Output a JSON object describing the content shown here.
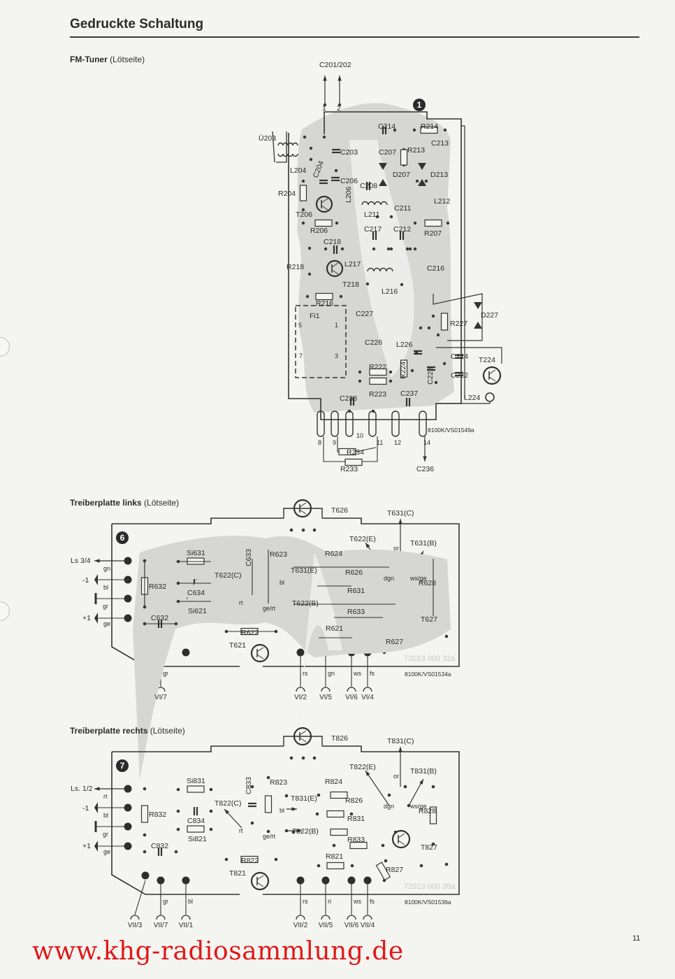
{
  "header": {
    "title": "Gedruckte Schaltung"
  },
  "fm_tuner": {
    "title": "FM-Tuner",
    "subtitle": "(Lötseite)",
    "badge": "1",
    "code": "8100K/VS01549a",
    "labels": [
      "C201/202",
      "1",
      "2",
      "Ü203",
      "C214",
      "R214",
      "C203",
      "C207",
      "R213",
      "C213",
      "L204",
      "C204",
      "C206",
      "D207",
      "D213",
      "C208",
      "R204",
      "L206",
      "L212",
      "C211",
      "L211",
      "T206",
      "R206",
      "C217",
      "C212",
      "R207",
      "C218",
      "L217",
      "R218",
      "C216",
      "T218",
      "L216",
      "R216",
      "Fi1",
      "C227",
      "D227",
      "R227",
      "C226",
      "L226",
      "C224",
      "T224",
      "R222",
      "C222",
      "R224",
      "C223",
      "R223",
      "C238",
      "C237",
      "L224",
      "8",
      "9",
      "10",
      "11",
      "12",
      "14",
      "R234",
      "R233",
      "C236",
      "5",
      "1",
      "7",
      "3"
    ]
  },
  "boards": [
    {
      "title": "Treiberplatte links",
      "subtitle": "(Lötseite)",
      "badge": "6",
      "faint_code": "72013 000 32a",
      "code": "8100K/VS01534a",
      "labels": [
        "T626",
        "T631(C)",
        "T622(E)",
        "T631(B)",
        "or",
        "Ls 3/4",
        "gn",
        "Si631",
        "C633",
        "R623",
        "R624",
        "T631(E)",
        "R626",
        "dgn",
        "ws/ge",
        "R628",
        "-1",
        "bl",
        "R632",
        "C634",
        "T622(C)",
        "bl",
        "R631",
        "gr",
        "rt",
        "ge/rt",
        "T622(B)",
        "Si621",
        "R633",
        "T627",
        "+1",
        "ge",
        "C632",
        "R622",
        "R621",
        "R627",
        "T621"
      ],
      "bottom_wires": [
        {
          "color": "gr",
          "connector": "VI/7"
        },
        {
          "color": "rs",
          "connector": "VI/2"
        },
        {
          "color": "gn",
          "connector": "VI/5"
        },
        {
          "color": "ws",
          "connector": "VI/6"
        },
        {
          "color": "fs",
          "connector": "VI/4"
        }
      ]
    },
    {
      "title": "Treiberplatte rechts",
      "subtitle": "(Lötseite)",
      "badge": "7",
      "faint_code": "72013 000 35a",
      "code": "8100K/VS01536a",
      "labels": [
        "T826",
        "T831(C)",
        "T822(E)",
        "T831(B)",
        "or",
        "Ls. 1/2",
        "rt",
        "Si831",
        "C833",
        "R823",
        "R824",
        "T831(E)",
        "R826",
        "dgn",
        "ws/ge",
        "R828",
        "-1",
        "bl",
        "R832",
        "C834",
        "T822(C)",
        "bl",
        "R831",
        "gr",
        "rt",
        "ge/rt",
        "T822(B)",
        "Si821",
        "R833",
        "T827",
        "+1",
        "ge",
        "C832",
        "R822",
        "R821",
        "R827",
        "T821"
      ],
      "bottom_wires": [
        {
          "color": "",
          "connector": "VII/3"
        },
        {
          "color": "gr",
          "connector": "VII/7"
        },
        {
          "color": "bl",
          "connector": "VII/1"
        },
        {
          "color": "rs",
          "connector": "VII/2"
        },
        {
          "color": "ri",
          "connector": "VII/5"
        },
        {
          "color": "ws",
          "connector": "VII/6"
        },
        {
          "color": "fs",
          "connector": "VII/4"
        }
      ]
    }
  ],
  "page_number": "11",
  "watermark": "www.khg-radiosammlung.de"
}
